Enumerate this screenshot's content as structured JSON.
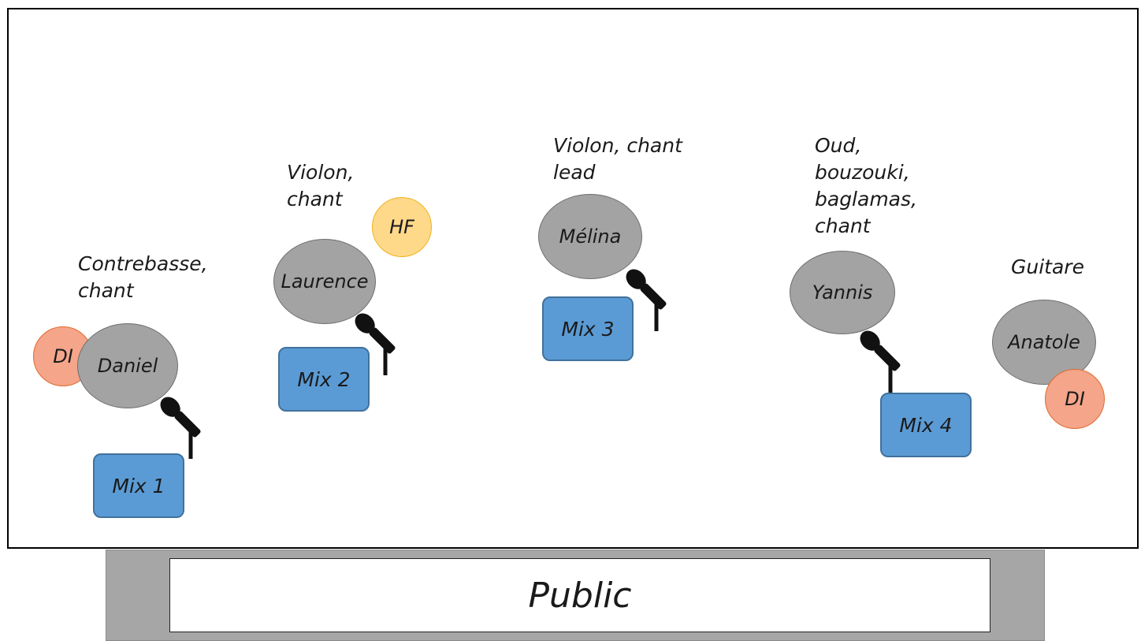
{
  "musicians": [
    {
      "name": "Daniel",
      "role": "Contrebasse,\nchant",
      "mix": "Mix 1",
      "di": "DI"
    },
    {
      "name": "Laurence",
      "role": "Violon,\nchant",
      "mix": "Mix 2",
      "hf": "HF"
    },
    {
      "name": "Mélina",
      "role": "Violon, chant\nlead",
      "mix": "Mix 3"
    },
    {
      "name": "Yannis",
      "role": "Oud,\nbouzouki,\nbaglamas,\nchant",
      "mix": "Mix 4"
    },
    {
      "name": "Anatole",
      "role": "Guitare",
      "di": "DI"
    }
  ],
  "audience": {
    "label": "Public"
  },
  "colors": {
    "person": "#a3a3a3",
    "mix": "#5b9bd5",
    "di": "#f4a58a",
    "hf": "#ffd98a",
    "public_band": "#a6a6a6"
  }
}
